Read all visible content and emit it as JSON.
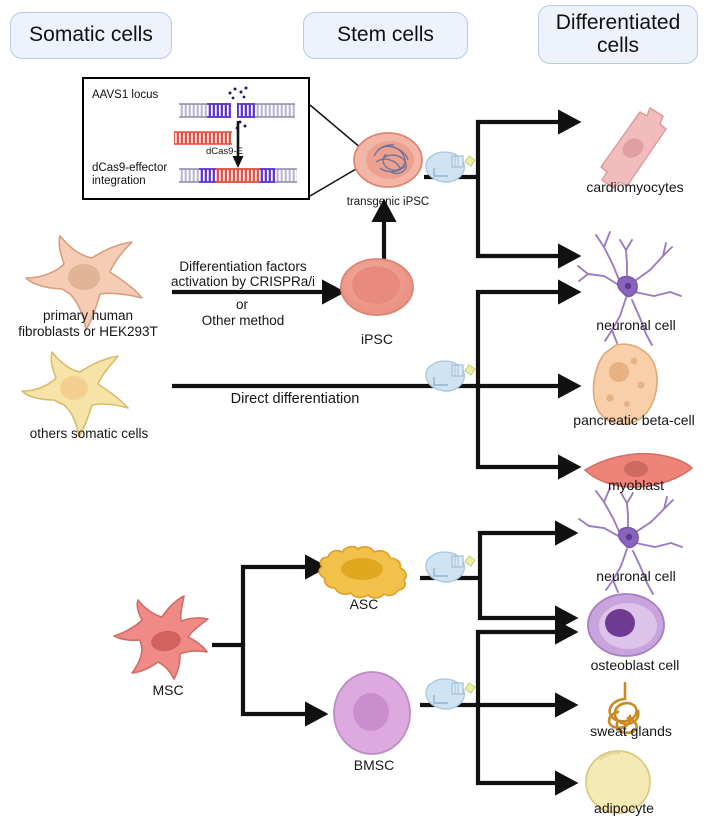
{
  "headers": [
    {
      "id": "somatic",
      "label": "Somatic cells"
    },
    {
      "id": "stem",
      "label": "Stem cells"
    },
    {
      "id": "differentiated",
      "label": "Differentiated\ncells"
    }
  ],
  "inset": {
    "title_top": "AAVS1 locus",
    "title_bottom": "dCas9-effector\nintegration",
    "donor_label": "dCas9-E"
  },
  "cells": {
    "fibroblast": "primary human\nfibroblasts or HEK293T",
    "other_somatic": "others somatic cells",
    "ipsc": "iPSC",
    "transgenic_ipsc": "transgenic iPSC",
    "msc": "MSC",
    "asc": "ASC",
    "bmsc": "BMSC",
    "cardiomyocytes": "cardiomyocytes",
    "neuronal_top": "neuronal cell",
    "pancreatic": "pancreatic beta-cell",
    "myoblast": "myoblast",
    "neuronal_bottom": "neuronal cell",
    "osteoblast": "osteoblast cell",
    "sweat_glands": "sweat glands",
    "adipocyte": "adipocyte"
  },
  "arrows": {
    "reprogramming_line1": "Differentiation factors",
    "reprogramming_line2": "activation by CRISPRa/i",
    "reprogramming_or": "or",
    "reprogramming_line3": "Other method",
    "direct_differentiation": "Direct differentiation"
  },
  "icons": {
    "cas9": "cas9-protein-icon",
    "grna": "guide-rna-icon"
  },
  "colors": {
    "pill_fill": "#eef2fa",
    "pill_border": "#b9c9e6",
    "arrow": "#111111",
    "fibroblast": "#f4cdb4",
    "other_somatic": "#f6e3a8",
    "ipsc": "#efa093",
    "msc": "#f08a86",
    "asc": "#f2c14a",
    "bmsc": "#dcaade",
    "neuron": "#9b7cc4",
    "pancreatic": "#f8cfa8",
    "myoblast": "#ee8478",
    "osteoblast": "#c9a3dc",
    "sweat": "#c98a24",
    "adipocyte": "#f5e9b4",
    "cardiomyocyte": "#f2bcbd",
    "cas9_body": "#cfe3f2",
    "grna": "#e7f0a8",
    "dna_grey": "#b7b4cc",
    "dna_purple": "#5b2fd1",
    "dna_red": "#e24a3a"
  }
}
